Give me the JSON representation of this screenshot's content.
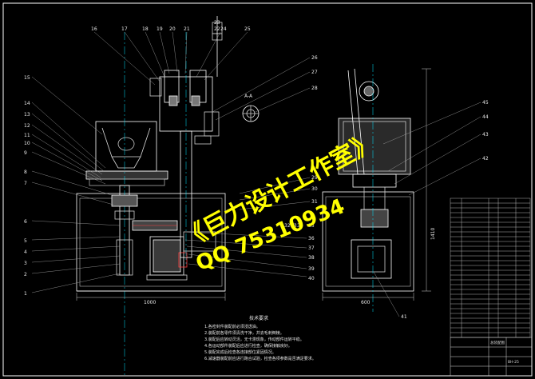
{
  "watermark": {
    "main": "《巨力设计工作室》",
    "qq": "QQ 75310934"
  },
  "dimensions": {
    "width_left": "1000",
    "width_right": "600",
    "height_right": "1410"
  },
  "section_label": "A-A",
  "part_numbers": {
    "left": [
      "15",
      "14",
      "13",
      "12",
      "11",
      "10",
      "9",
      "8",
      "7",
      "6",
      "5",
      "4",
      "3",
      "2",
      "1"
    ],
    "top": [
      "16",
      "17",
      "18",
      "19",
      "20",
      "21",
      "22",
      "23",
      "24",
      "25"
    ],
    "middle": [
      "26",
      "27",
      "28",
      "29",
      "30",
      "31",
      "32",
      "33",
      "34",
      "35",
      "36",
      "37",
      "38",
      "39",
      "40"
    ],
    "right": [
      "45",
      "44",
      "43",
      "42",
      "41"
    ]
  },
  "tech_requirements": {
    "title": "技术要求",
    "lines": [
      "1.各密封件装配前必须浸透油。",
      "2.装配前各零件须清洗干净，并去毛刺倒棱。",
      "3.装配后应转动灵活，无卡滞现象，传动部件运转平稳。",
      "4.各运动部件装配后应进行检查，确保接触良好。",
      "5.装配完成后检查各连接部位紧固情况。",
      "6.减速器装配前应进行跑合试验，检查各项参数是否满足要求。"
    ]
  },
  "title_block": {
    "drawing_name": "总装配图",
    "drawing_code": "BH-25"
  }
}
